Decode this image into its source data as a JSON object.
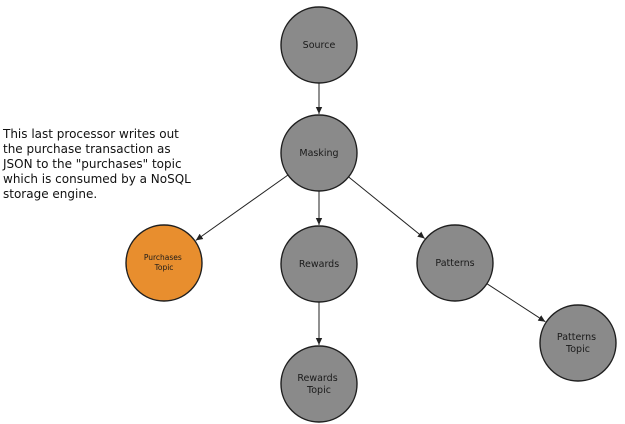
{
  "annotation": {
    "lines": [
      "This last processor writes out",
      "the purchase transaction as",
      "JSON to the \"purchases\" topic",
      "which is consumed by a NoSQL",
      "storage engine."
    ]
  },
  "nodes": {
    "source": {
      "lines": [
        "Source"
      ],
      "color": "#8a8a8a"
    },
    "masking": {
      "lines": [
        "Masking"
      ],
      "color": "#8a8a8a"
    },
    "purchases_topic": {
      "lines": [
        "Purchases",
        "Topic"
      ],
      "color": "#e88e2e"
    },
    "rewards": {
      "lines": [
        "Rewards"
      ],
      "color": "#8a8a8a"
    },
    "patterns": {
      "lines": [
        "Patterns"
      ],
      "color": "#8a8a8a"
    },
    "rewards_topic": {
      "lines": [
        "Rewards",
        "Topic"
      ],
      "color": "#8a8a8a"
    },
    "patterns_topic": {
      "lines": [
        "Patterns",
        "Topic"
      ],
      "color": "#8a8a8a"
    }
  },
  "edges": [
    {
      "from": "source",
      "to": "masking"
    },
    {
      "from": "masking",
      "to": "purchases_topic"
    },
    {
      "from": "masking",
      "to": "rewards"
    },
    {
      "from": "masking",
      "to": "patterns"
    },
    {
      "from": "rewards",
      "to": "rewards_topic"
    },
    {
      "from": "patterns",
      "to": "patterns_topic"
    }
  ]
}
